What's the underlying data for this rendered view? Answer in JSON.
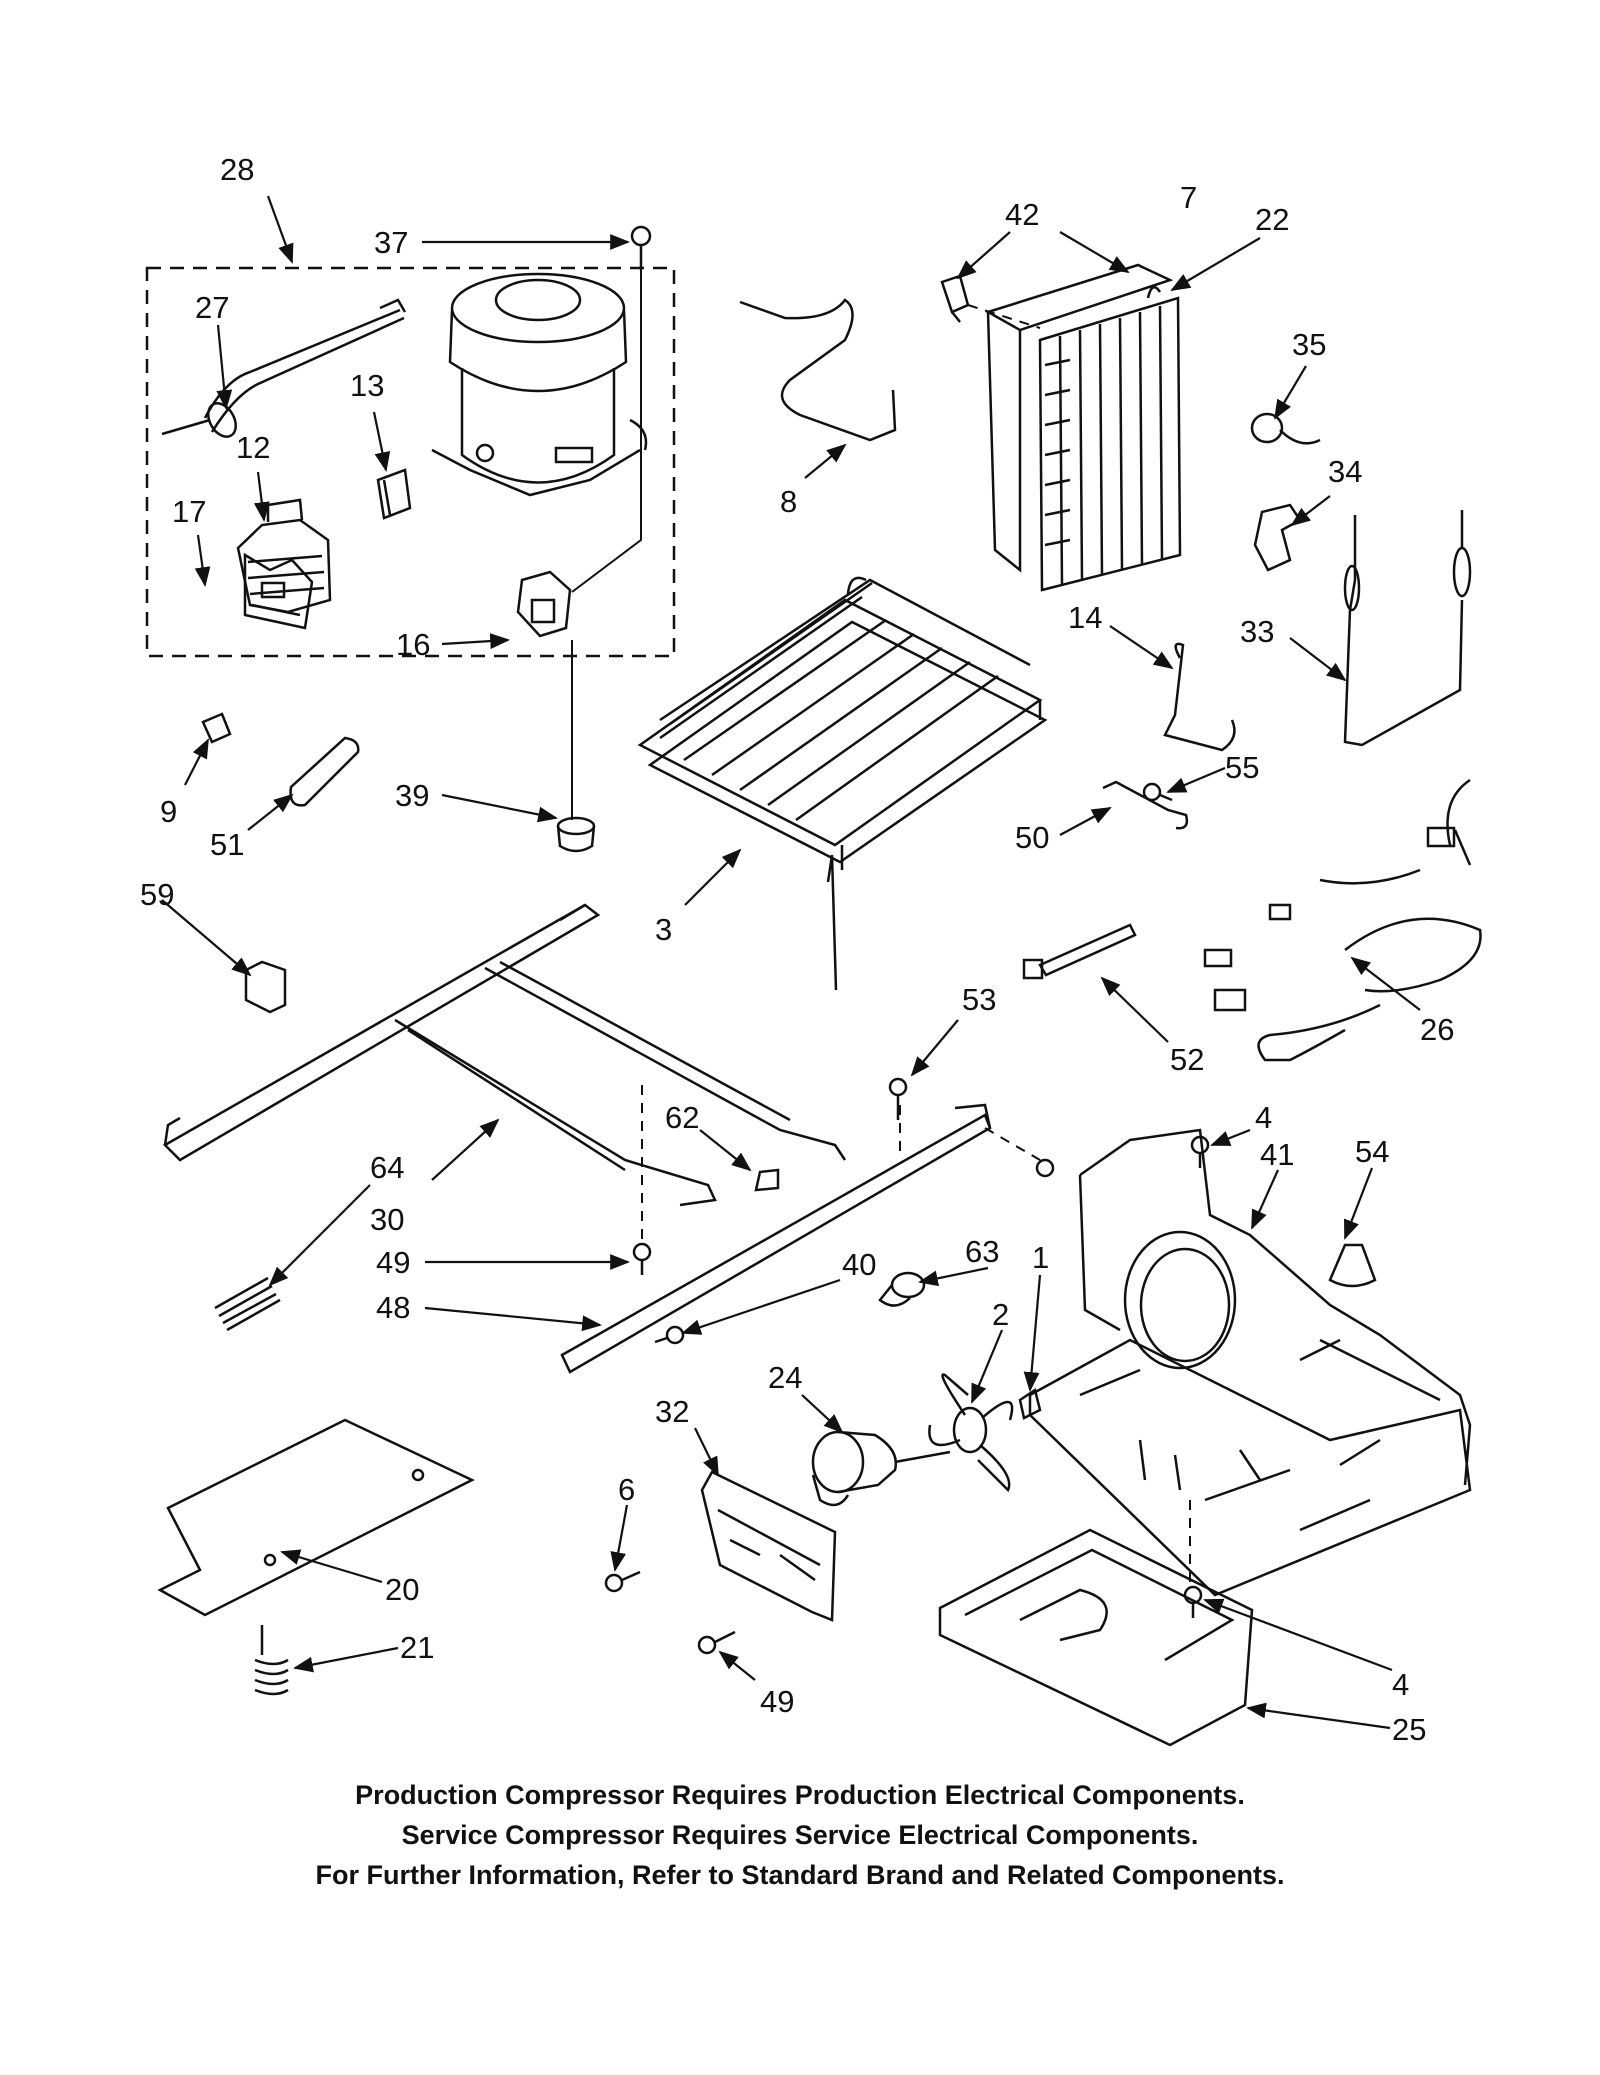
{
  "callouts": [
    "28",
    "37",
    "27",
    "13",
    "12",
    "17",
    "16",
    "42",
    "7",
    "22",
    "35",
    "8",
    "34",
    "14",
    "33",
    "9",
    "51",
    "39",
    "55",
    "50",
    "3",
    "59",
    "52",
    "26",
    "53",
    "62",
    "64",
    "30",
    "4",
    "41",
    "54",
    "49",
    "40",
    "63",
    "48",
    "2",
    "1",
    "24",
    "32",
    "6",
    "20",
    "21",
    "49",
    "4",
    "25"
  ],
  "notes": [
    "Production Compressor Requires Production Electrical Components.",
    "Service Compressor Requires Service Electrical Components.",
    "For Further Information, Refer to Standard Brand and Related Components."
  ]
}
